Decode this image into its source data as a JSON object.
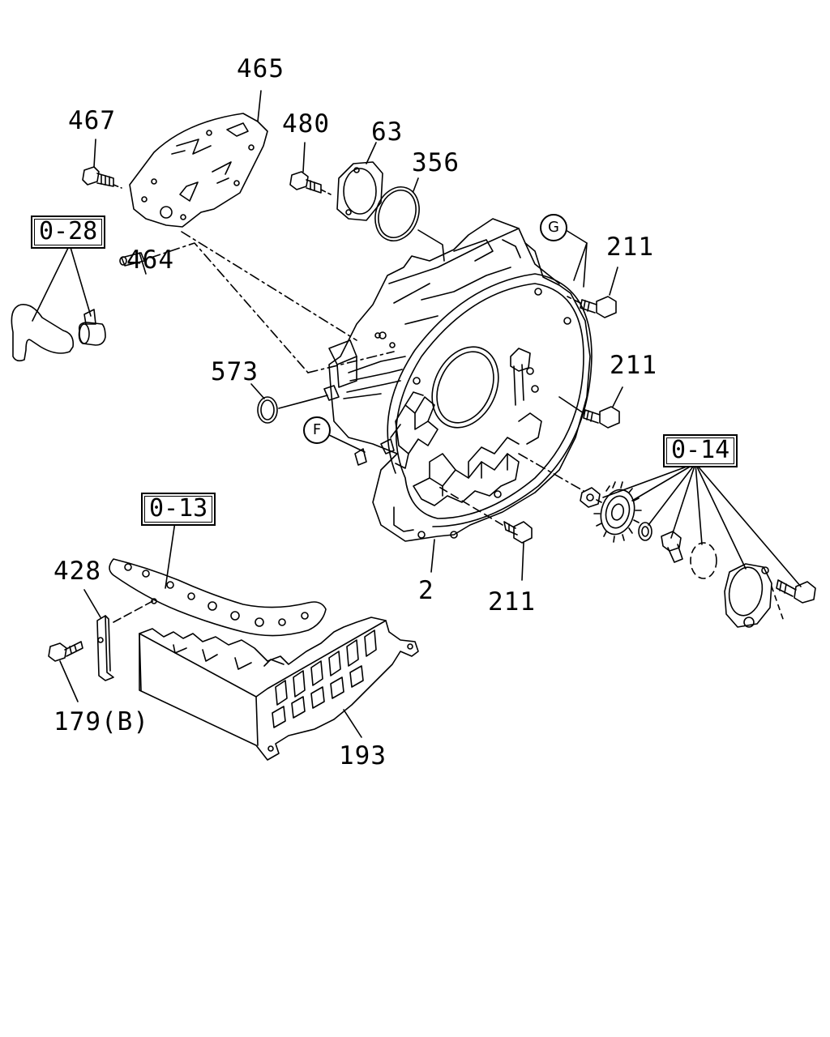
{
  "parts": [
    {
      "id": "p465",
      "label": "465"
    },
    {
      "id": "p467",
      "label": "467"
    },
    {
      "id": "p480",
      "label": "480"
    },
    {
      "id": "p63",
      "label": "63"
    },
    {
      "id": "p356",
      "label": "356"
    },
    {
      "id": "p464",
      "label": "464"
    },
    {
      "id": "p211a",
      "label": "211"
    },
    {
      "id": "p211b",
      "label": "211"
    },
    {
      "id": "p211c",
      "label": "211"
    },
    {
      "id": "p573",
      "label": "573"
    },
    {
      "id": "p2",
      "label": "2"
    },
    {
      "id": "p428",
      "label": "428"
    },
    {
      "id": "p179",
      "label": "179(B)"
    },
    {
      "id": "p193",
      "label": "193"
    }
  ],
  "references": [
    {
      "id": "r028",
      "label": "0-28"
    },
    {
      "id": "r014",
      "label": "0-14"
    },
    {
      "id": "r013",
      "label": "0-13"
    }
  ],
  "markers": [
    {
      "id": "mG",
      "label": "G"
    },
    {
      "id": "mF",
      "label": "F"
    }
  ]
}
